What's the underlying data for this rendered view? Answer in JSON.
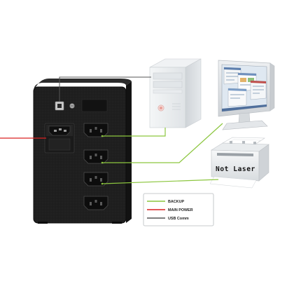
{
  "printer": {
    "label": "Not Laser"
  },
  "legend": {
    "items": [
      {
        "label": "BACKUP",
        "color": "#8cc63f"
      },
      {
        "label": "MAIN POWER",
        "color": "#d92020"
      },
      {
        "label": "USB Comm",
        "color": "#555555"
      }
    ]
  },
  "colors": {
    "ups_body": "#1d1d1d",
    "backup_line": "#8cc63f",
    "main_power_line": "#d92020",
    "usb_line": "#555555",
    "pc_tower": "#eceff1",
    "monitor": "#e4e7ea",
    "printer": "#f2f3f4"
  },
  "icons": {
    "usb_port": "usb-port-icon",
    "input_socket": "iec-input-socket-icon",
    "output_sockets": "iec-output-socket-icon"
  },
  "ups": {
    "output_socket_count": 4
  }
}
